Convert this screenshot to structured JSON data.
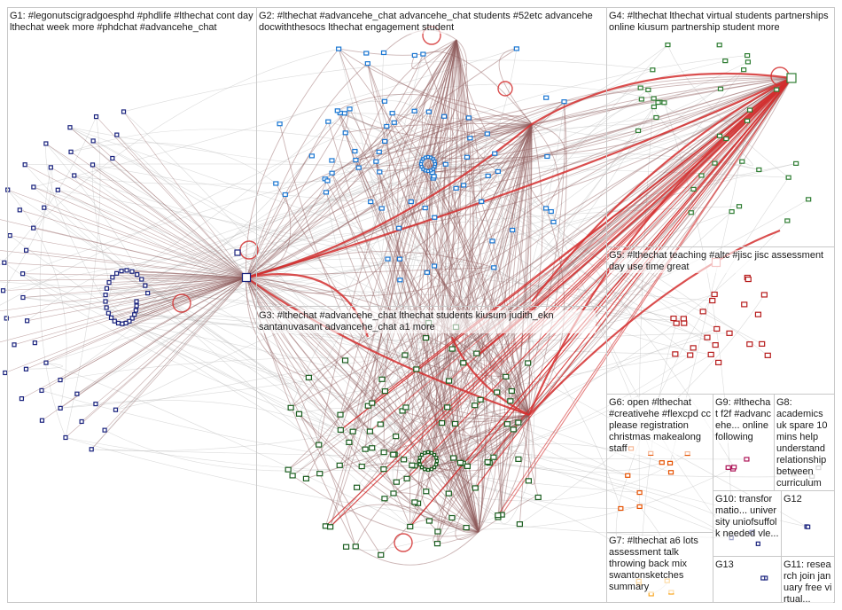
{
  "groups": [
    {
      "id": "G1",
      "text": "G1: #legonutscigradgoesphd #phdlife #lthechat cont day lthechat week more #phdchat #advancehe_chat"
    },
    {
      "id": "G2",
      "text": "G2: #lthechat #advancehe_chat advancehe_chat students #52etc advancehe docwiththesocs lthechat engagement student"
    },
    {
      "id": "G3",
      "text": "G3: #lthechat #advancehe_chat lthechat students kiusum judith_ekn santanuvasant advancehe_chat a1 more"
    },
    {
      "id": "G4",
      "text": "G4: #lthechat lthechat virtual students partnerships online kiusum partnership student more"
    },
    {
      "id": "G5",
      "text": "G5: #lthechat teaching #altc #jisc jisc assessment day use time great"
    },
    {
      "id": "G6",
      "text": "G6: open #lthechat #creativehe #flexcpd cc please registration christmas makealong staff"
    },
    {
      "id": "G7",
      "text": "G7: #lthechat a6 lots assessment talk throwing back mix swantonsketches summary"
    },
    {
      "id": "G8",
      "text": "G8: academics uk spare 10 mins help understand relationship between curriculum"
    },
    {
      "id": "G9",
      "text": "G9: #lthechat f2f #advancehe... online following"
    },
    {
      "id": "G10",
      "text": "G10: transformatio... university uniofsuffolk needed vle..."
    },
    {
      "id": "G11",
      "text": "G11: research join january free virtual..."
    },
    {
      "id": "G12",
      "text": "G12"
    },
    {
      "id": "G13",
      "text": "G13"
    }
  ],
  "colors": {
    "g1": "#1a237e",
    "g2": "#1976d2",
    "g3": "#1b5e20",
    "g4": "#2e7d32",
    "g5": "#b71c1c",
    "g6": "#e65100",
    "g7": "#f9a825",
    "g8": "#9e9e9e",
    "g9": "#ad1457",
    "edge_red": "#d32f2f",
    "edge_brown": "#8d5a5a",
    "edge_gray": "#bdbdbd",
    "panel_border": "#c8c8c8"
  }
}
